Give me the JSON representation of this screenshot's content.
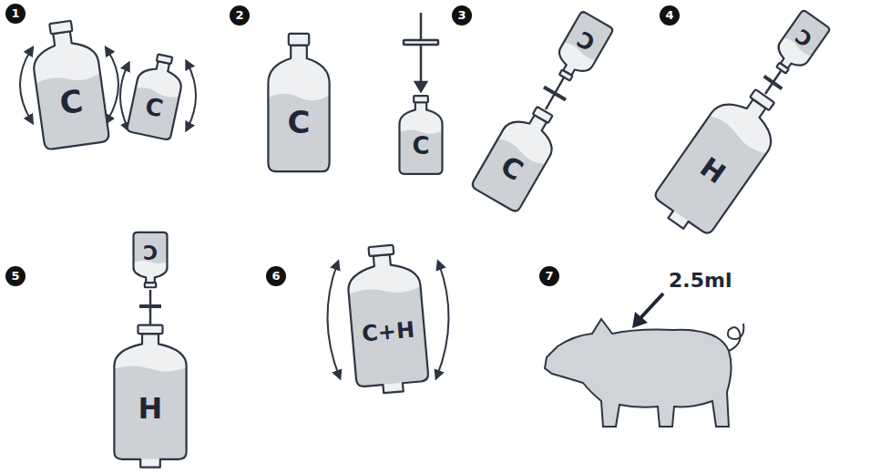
{
  "diagram": {
    "nodes": [
      {
        "text": [
          "C"
        ]
      },
      {
        "text": [
          "C"
        ]
      },
      {
        "text": [
          "C"
        ]
      },
      {
        "text": [
          "C"
        ]
      },
      {
        "text": [
          "C"
        ]
      },
      {
        "text": [
          "C"
        ]
      },
      {
        "text": [
          "C"
        ]
      },
      {
        "text": [
          "H"
        ]
      },
      {
        "text": [
          "C"
        ]
      },
      {
        "text": [
          "H"
        ]
      },
      {
        "text": [
          "C+H"
        ]
      }
    ],
    "labels": [
      "1",
      "2",
      "3",
      "4",
      "5",
      "6",
      "7",
      "2.5ml"
    ]
  }
}
